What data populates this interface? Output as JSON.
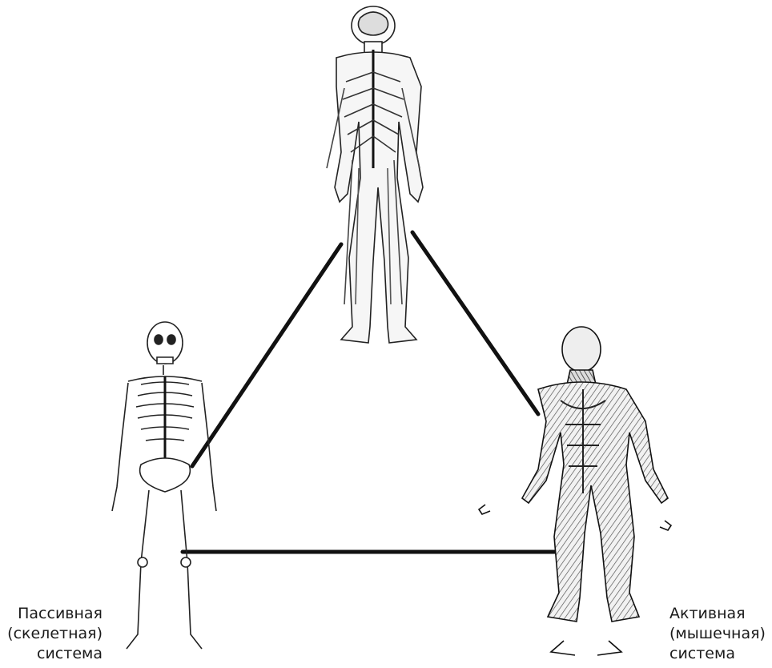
{
  "figures": {
    "nervous_system": {
      "icon": "nervous-system-figure-icon"
    },
    "skeleton": {
      "icon": "skeleton-figure-icon"
    },
    "muscular_system": {
      "icon": "muscular-figure-icon"
    }
  },
  "captions": {
    "passive": [
      "Пассивная",
      "(скелетная)",
      "система"
    ],
    "active": [
      "Активная",
      "(мышечная)",
      "система"
    ]
  },
  "colors": {
    "background": "#ffffff",
    "line": "#111111",
    "figure_ink": "#222222"
  }
}
